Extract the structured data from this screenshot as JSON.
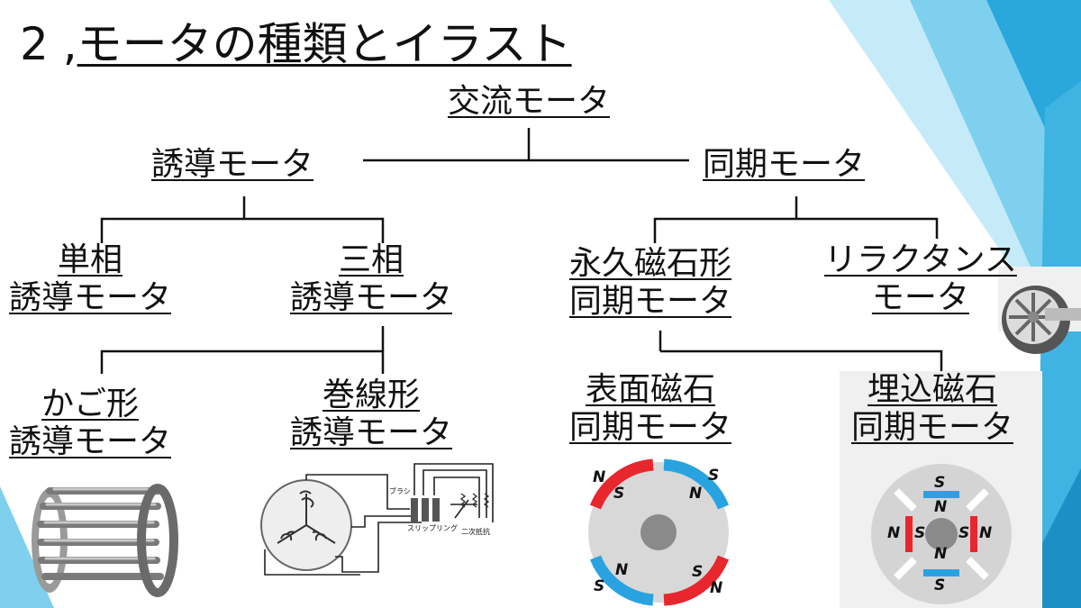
{
  "title": {
    "number": "2 ,",
    "text": "モータの種類とイラスト"
  },
  "tree": {
    "root": "交流モータ",
    "induction": "誘導モータ",
    "synchronous": "同期モータ",
    "single_phase": {
      "line1": "単相",
      "line2": "誘導モータ"
    },
    "three_phase": {
      "line1": "三相",
      "line2": "誘導モータ"
    },
    "squirrel_cage": {
      "line1": "かご形",
      "line2": "誘導モータ"
    },
    "wound_rotor": {
      "line1": "巻線形",
      "line2": "誘導モータ"
    },
    "permanent_magnet": {
      "line1": "永久磁石形",
      "line2": "同期モータ"
    },
    "reluctance": {
      "line1": "リラクタンス",
      "line2": "モータ"
    },
    "surface_magnet": {
      "line1": "表面磁石",
      "line2": "同期モータ"
    },
    "interior_magnet": {
      "line1": "埋込磁石",
      "line2": "同期モータ"
    }
  },
  "wound_rotor_labels": {
    "brush": "ブラシ",
    "slip_ring": "スリップリング",
    "resistor": "二次抵抗"
  },
  "pole_labels": {
    "north": "N",
    "south": "S"
  },
  "colors": {
    "accent_blue": "#2aa8dc",
    "light_blue": "#7fd0ef",
    "magnet_red": "#e8262d",
    "magnet_blue": "#29a3e0",
    "rotor_gray": "#8a8a8a"
  }
}
